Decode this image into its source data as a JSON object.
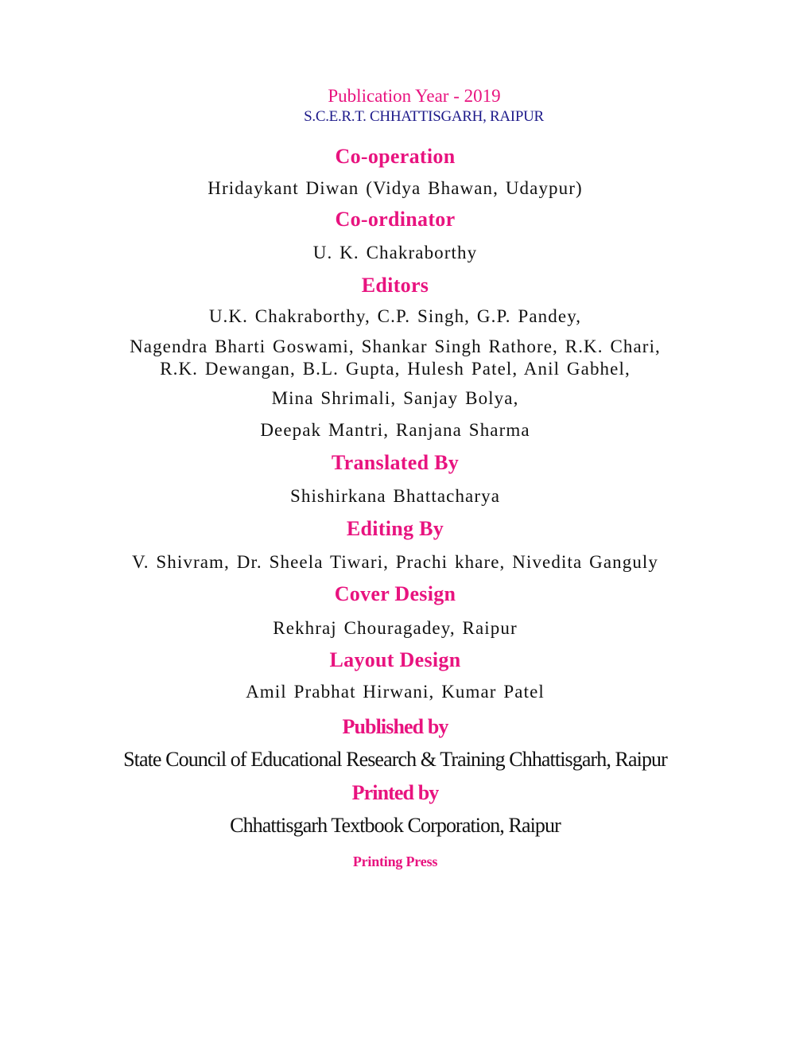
{
  "header": {
    "publication_year": "Publication Year - 2019",
    "institution": "S.C.E.R.T. CHHATTISGARH, RAIPUR"
  },
  "credits": {
    "cooperation": {
      "heading": "Co-operation",
      "names": [
        "Hridaykant Diwan (Vidya Bhawan, Udaypur)"
      ]
    },
    "coordinator": {
      "heading": "Co-ordinator",
      "names": [
        "U. K. Chakraborthy"
      ]
    },
    "editors": {
      "heading": "Editors",
      "names": [
        "U.K. Chakraborthy, C.P. Singh, G.P. Pandey,",
        "Nagendra Bharti Goswami, Shankar Singh Rathore, R.K. Chari,",
        "R.K. Dewangan, B.L. Gupta, Hulesh Patel, Anil Gabhel,",
        "Mina Shrimali, Sanjay Bolya,",
        "Deepak Mantri, Ranjana Sharma"
      ]
    },
    "translated_by": {
      "heading": "Translated By",
      "names": [
        "Shishirkana Bhattacharya"
      ]
    },
    "editing_by": {
      "heading": "Editing By",
      "names": [
        "V. Shivram, Dr. Sheela Tiwari, Prachi khare, Nivedita Ganguly"
      ]
    },
    "cover_design": {
      "heading": "Cover Design",
      "names": [
        "Rekhraj Chouragadey, Raipur"
      ]
    },
    "layout_design": {
      "heading": "Layout Design",
      "names": [
        "Amil Prabhat Hirwani, Kumar Patel"
      ]
    },
    "published_by": {
      "heading": "Published by",
      "names": [
        "State Council of Educational Research & Training Chhattisgarh, Raipur"
      ]
    },
    "printed_by": {
      "heading": "Printed by",
      "names": [
        "Chhattisgarh Textbook Corporation, Raipur"
      ]
    },
    "printing_press": {
      "heading": "Printing Press"
    }
  },
  "colors": {
    "heading": "#e8137f",
    "institution": "#1d1a8a",
    "text": "#111111"
  }
}
